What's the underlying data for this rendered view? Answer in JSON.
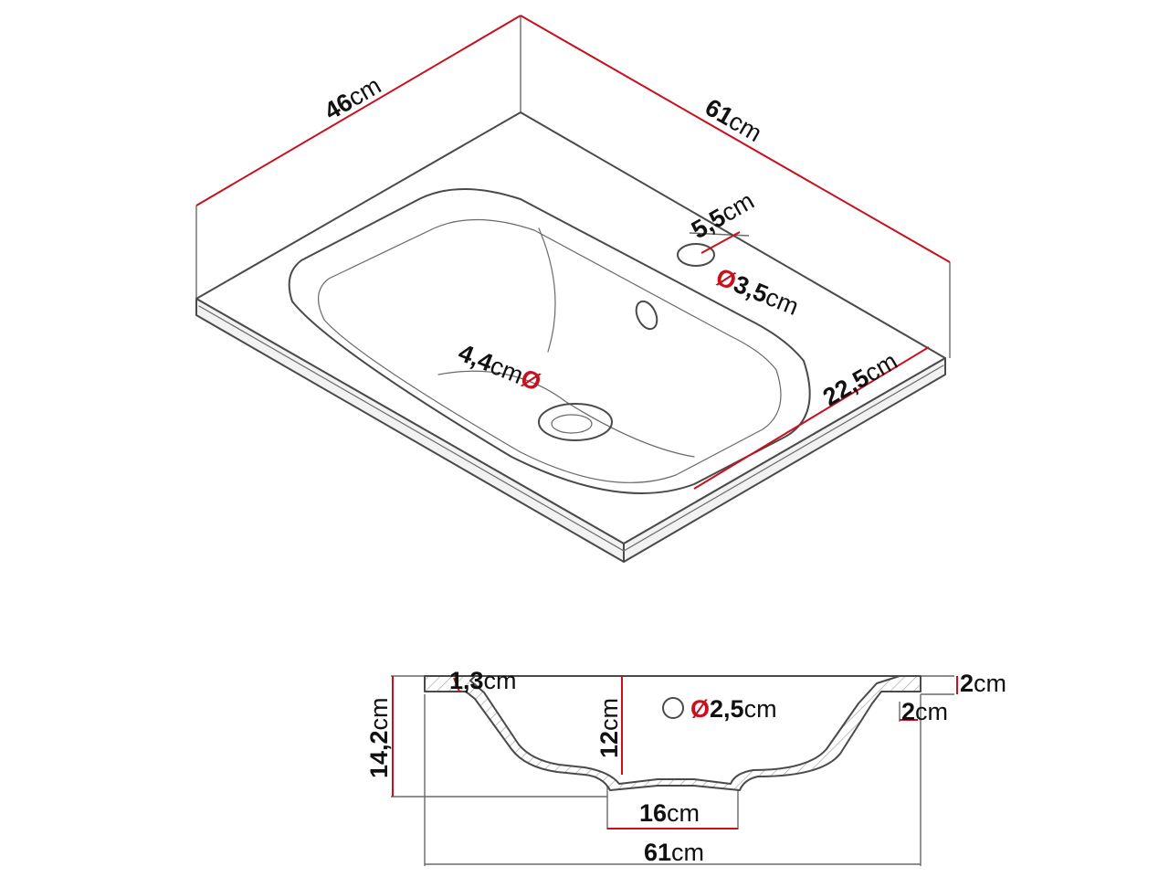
{
  "colors": {
    "dimension": "#c8101e",
    "outline": "#4a4a4a",
    "text": "#111111"
  },
  "top_view": {
    "depth": {
      "value": "46",
      "unit": "cm"
    },
    "width": {
      "value": "61",
      "unit": "cm"
    },
    "tap_offset": {
      "value": "5,5",
      "unit": "cm"
    },
    "tap_hole": {
      "symbol": "Ø",
      "value": "3,5",
      "unit": "cm"
    },
    "drain": {
      "value": "4,4",
      "unit": "cm",
      "symbol": "Ø"
    },
    "rim_to_bowl": {
      "value": "22,5",
      "unit": "cm"
    }
  },
  "section_view": {
    "rim_edge": {
      "value": "1,3",
      "unit": "cm"
    },
    "total_height": {
      "value": "14,2",
      "unit": "cm"
    },
    "bowl_depth": {
      "value": "12",
      "unit": "cm"
    },
    "overflow": {
      "symbol": "Ø",
      "value": "2,5",
      "unit": "cm"
    },
    "top_thickness": {
      "value": "2",
      "unit": "cm"
    },
    "lip_height": {
      "value": "2",
      "unit": "cm"
    },
    "base_width": {
      "value": "16",
      "unit": "cm"
    },
    "total_width": {
      "value": "61",
      "unit": "cm"
    }
  }
}
